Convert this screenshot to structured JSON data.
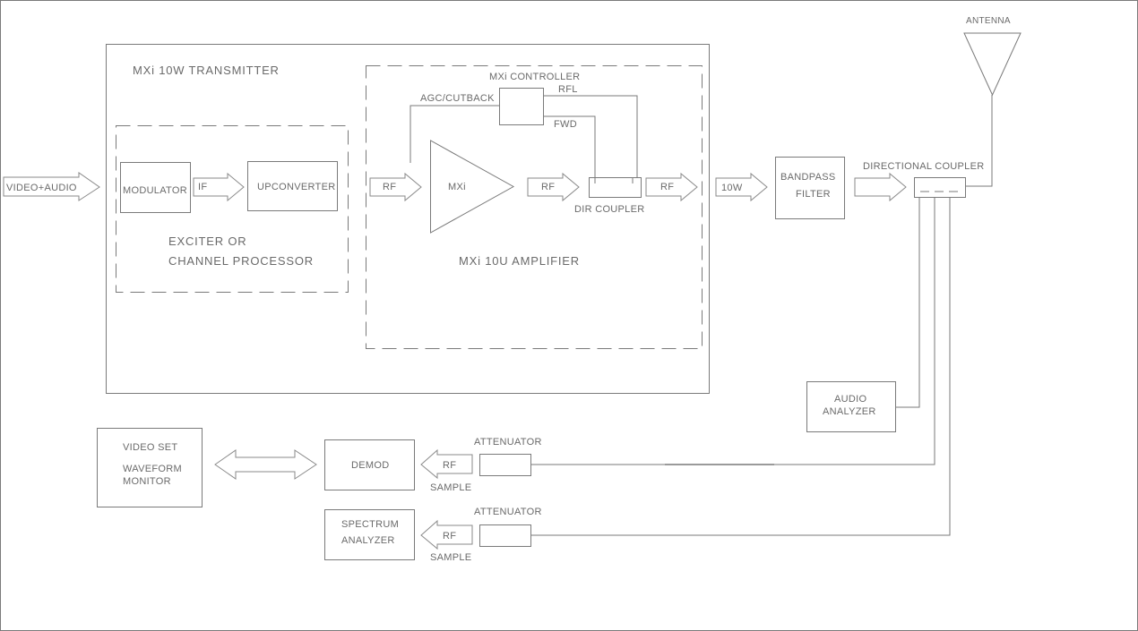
{
  "transmitter": {
    "title": "MXi 10W TRANSMITTER",
    "exciter_line1": "EXCITER OR",
    "exciter_line2": "CHANNEL PROCESSOR",
    "amplifier_title": "MXi 10U AMPLIFIER"
  },
  "inputs": {
    "video_audio": "VIDEO+AUDIO"
  },
  "blocks": {
    "modulator": "MODULATOR",
    "upconverter": "UPCONVERTER",
    "mxi": "MXi",
    "controller": "MXi CONTROLLER",
    "dir_coupler": "DIR COUPLER",
    "bandpass_line1": "BANDPASS",
    "bandpass_line2": "FILTER",
    "directional_coupler": "DIRECTIONAL COUPLER",
    "antenna": "ANTENNA",
    "audio_analyzer_line1": "AUDIO",
    "audio_analyzer_line2": "ANALYZER",
    "video_set": "VIDEO SET",
    "waveform_line1": "WAVEFORM",
    "waveform_line2": "MONITOR",
    "demod": "DEMOD",
    "spectrum_line1": "SPECTRUM",
    "spectrum_line2": "ANALYZER",
    "attenuator_1": "ATTENUATOR",
    "attenuator_2": "ATTENUATOR"
  },
  "signals": {
    "if": "IF",
    "rf_1": "RF",
    "rf_2": "RF",
    "rf_3": "RF",
    "out_10w": "10W",
    "agc_cutback": "AGC/CUTBACK",
    "rfl": "RFL",
    "fwd": "FWD",
    "rf_sample_1": "RF",
    "rf_sample_2": "RF",
    "sample_1": "SAMPLE",
    "sample_2": "SAMPLE"
  }
}
